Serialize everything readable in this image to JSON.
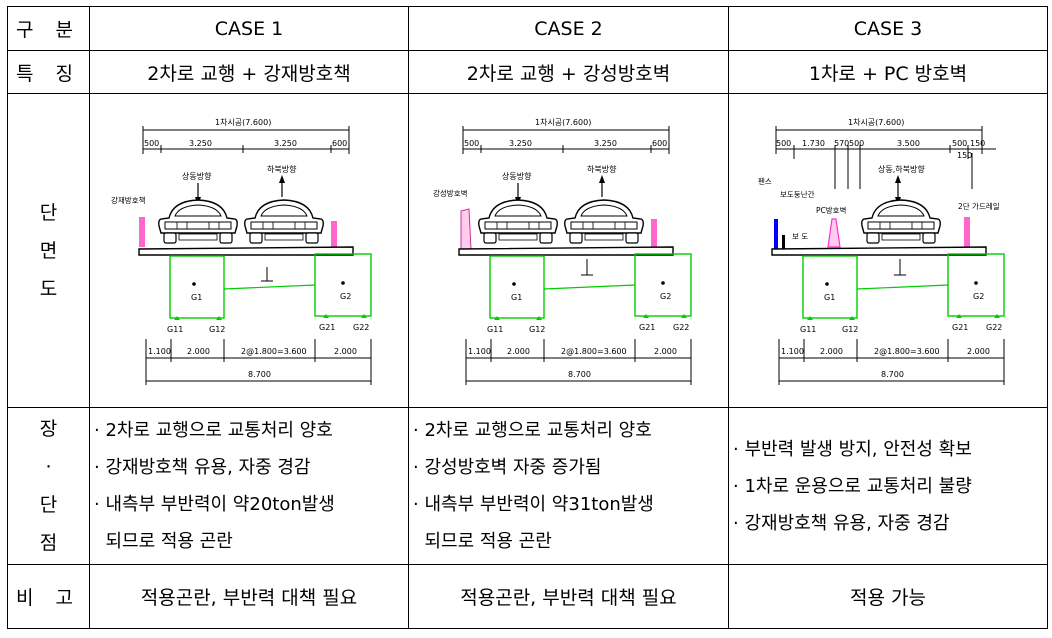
{
  "header": {
    "category": "구 분",
    "case1": "CASE 1",
    "case2": "CASE 2",
    "case3": "CASE 3"
  },
  "features": {
    "label": "특 징",
    "case1": "2차로 교행 + 강재방호책",
    "case2": "2차로 교행 + 강성방호벽",
    "case3": "1차로 + PC 방호벽"
  },
  "section": {
    "label_chars": [
      "단",
      "면",
      "도"
    ],
    "case1": {
      "total_top": "1차시공(7.600)",
      "dims_top": [
        "500",
        "3.250",
        "3.250",
        "600"
      ],
      "dir_left": "상동방향",
      "dir_right": "하북방향",
      "barrier": "강재방호책",
      "girder1": "G1",
      "girder2": "G2",
      "bearings": [
        "G11",
        "G12",
        "G21",
        "G22"
      ],
      "dims_bottom": [
        "1.100",
        "2.000",
        "2@1.800=3.600",
        "2.000"
      ],
      "total_bottom": "8.700"
    },
    "case2": {
      "total_top": "1차시공(7.600)",
      "dims_top": [
        "500",
        "3.250",
        "3.250",
        "600"
      ],
      "dir_left": "상동방향",
      "dir_right": "하북방향",
      "barrier": "강성방호벽",
      "girder1": "G1",
      "girder2": "G2",
      "bearings": [
        "G11",
        "G12",
        "G21",
        "G22"
      ],
      "dims_bottom": [
        "1.100",
        "2.000",
        "2@1.800=3.600",
        "2.000"
      ],
      "total_bottom": "8.700"
    },
    "case3": {
      "total_top": "1차시공(7.600)",
      "dims_top": [
        "500",
        "1.730",
        "570",
        "500",
        "3.500",
        "500",
        "150",
        "150"
      ],
      "direction": "상동,하북방향",
      "fence": "펜스",
      "sidewalk_gap": "보도둥난간",
      "sidewalk": "보 도",
      "pc_barrier": "PC방호벽",
      "guardrail": "2단 가드레일",
      "girder1": "G1",
      "girder2": "G2",
      "bearings": [
        "G11",
        "G12",
        "G21",
        "G22"
      ],
      "dims_bottom": [
        "1.100",
        "2.000",
        "2@1.800=3.600",
        "2.000"
      ],
      "total_bottom": "8.700"
    }
  },
  "pros_cons": {
    "label_chars": [
      "장",
      "·",
      "단",
      "점"
    ],
    "case1": [
      "· 2차로 교행으로 교통처리 양호",
      "· 강재방호책 유용, 자중 경감",
      "· 내측부 부반력이 약20ton발생",
      "  되므로 적용 곤란"
    ],
    "case2": [
      "· 2차로 교행으로 교통처리 양호",
      "· 강성방호벽 자중 증가됨",
      "· 내측부 부반력이 약31ton발생",
      "  되므로 적용 곤란"
    ],
    "case3": [
      "· 부반력 발생 방지, 안전성 확보",
      "· 1차로 운용으로 교통처리 불량",
      "· 강재방호책 유용, 자중 경감"
    ]
  },
  "remarks": {
    "label": "비 고",
    "case1": "적용곤란, 부반력 대책 필요",
    "case2": "적용곤란, 부반력 대책 필요",
    "case3": "적용 가능"
  },
  "colors": {
    "girder": "#00cc00",
    "barrier": "#ff33cc",
    "fence": "#0000ff",
    "line": "#000000"
  }
}
